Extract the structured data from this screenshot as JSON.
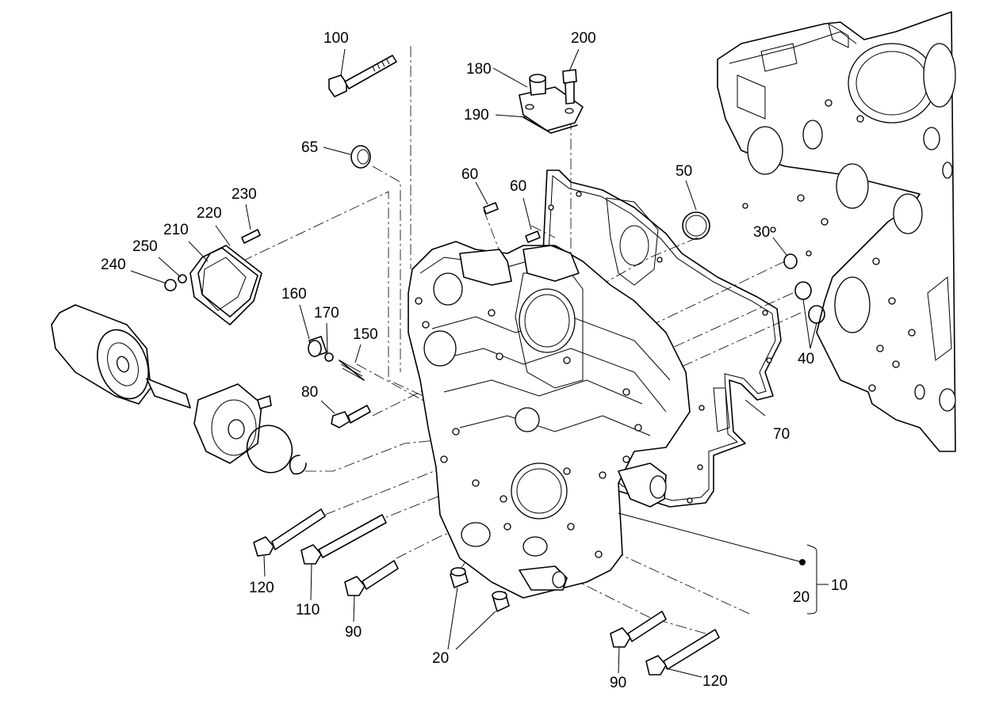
{
  "callouts": {
    "c100": "100",
    "c200": "200",
    "c180": "180",
    "c190": "190",
    "c65": "65",
    "c60a": "60",
    "c60b": "60",
    "c50": "50",
    "c30": "30",
    "c40": "40",
    "c230": "230",
    "c220": "220",
    "c210": "210",
    "c250": "250",
    "c240": "240",
    "c160": "160",
    "c170": "170",
    "c150": "150",
    "c80": "80",
    "c70": "70",
    "c120a": "120",
    "c110": "110",
    "c90a": "90",
    "c20a": "20",
    "c20b": "20",
    "c10": "10",
    "c90b": "90",
    "c120b": "120"
  }
}
